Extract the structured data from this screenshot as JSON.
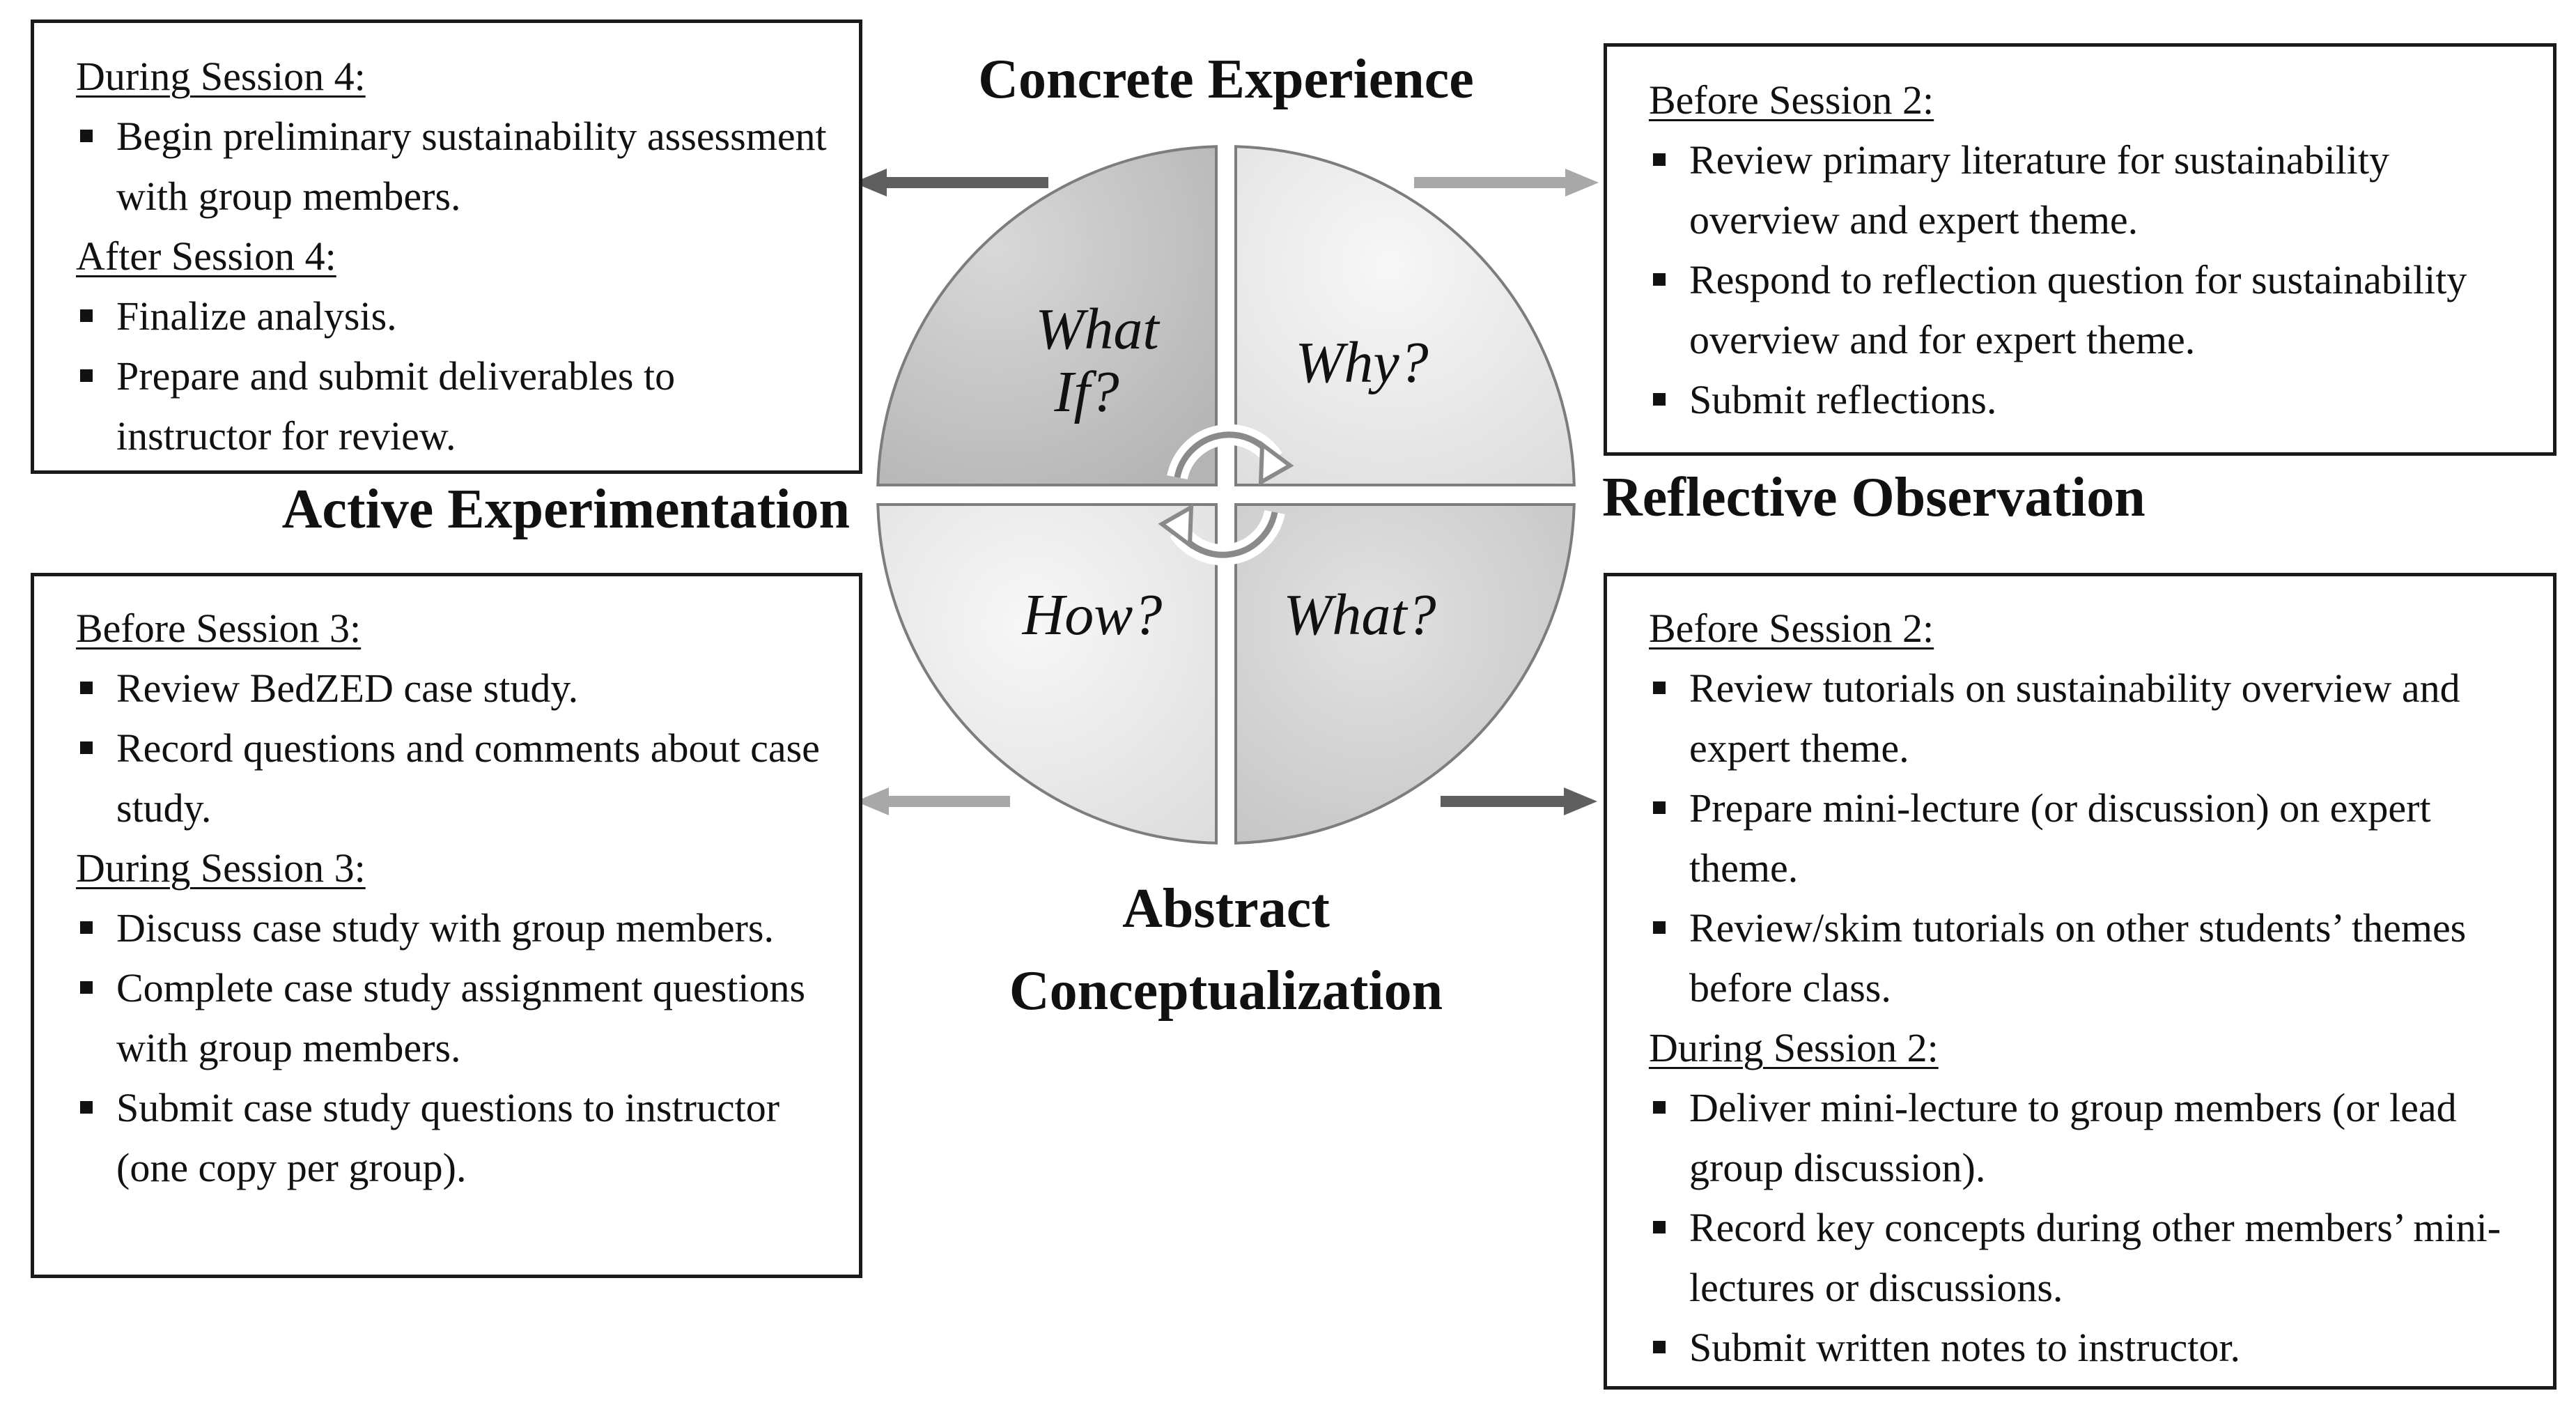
{
  "stages": {
    "concrete": "Concrete Experience",
    "reflective": "Reflective Observation",
    "abstract_line1": "Abstract",
    "abstract_line2": "Conceptualization",
    "active": "Active Experimentation"
  },
  "quadrants": {
    "top_left_line1": "What",
    "top_left_line2": "If?",
    "top_right": "Why?",
    "bottom_left": "How?",
    "bottom_right": "What?"
  },
  "colors": {
    "dark_quadrant": "#c9c9c9",
    "light_quadrant": "#ececec",
    "dark_arrow": "#5f5f5f",
    "light_arrow": "#a8a8a8"
  },
  "top_left_box": {
    "sections": [
      {
        "heading": "During Session 4:",
        "items": [
          "Begin preliminary sustainability assessment with group members."
        ]
      },
      {
        "heading": "After Session 4:",
        "items": [
          "Finalize analysis.",
          "Prepare and submit deliverables to instructor for review."
        ]
      }
    ]
  },
  "top_right_box": {
    "sections": [
      {
        "heading": "Before Session 2:",
        "items": [
          "Review primary literature for sustainability overview and expert theme.",
          "Respond to reflection question for sustainability overview and for expert theme.",
          "Submit reflections."
        ]
      }
    ]
  },
  "bottom_left_box": {
    "sections": [
      {
        "heading": "Before Session 3:",
        "items": [
          "Review BedZED case study.",
          "Record questions and comments about case study."
        ]
      },
      {
        "heading": "During Session 3:",
        "items": [
          "Discuss case study with group members.",
          "Complete case study assignment questions with group members.",
          "Submit case study questions to instructor (one copy per group)."
        ]
      }
    ]
  },
  "bottom_right_box": {
    "sections": [
      {
        "heading": "Before Session 2:",
        "items": [
          "Review tutorials on sustainability overview and expert theme.",
          "Prepare mini-lecture (or discussion) on expert theme.",
          "Review/skim tutorials on other students’ themes before class."
        ]
      },
      {
        "heading": "During Session 2:",
        "items": [
          "Deliver mini-lecture to group members (or lead group discussion).",
          "Record key concepts during other members’ mini-lectures or discussions.",
          "Submit written notes to instructor."
        ]
      }
    ]
  }
}
